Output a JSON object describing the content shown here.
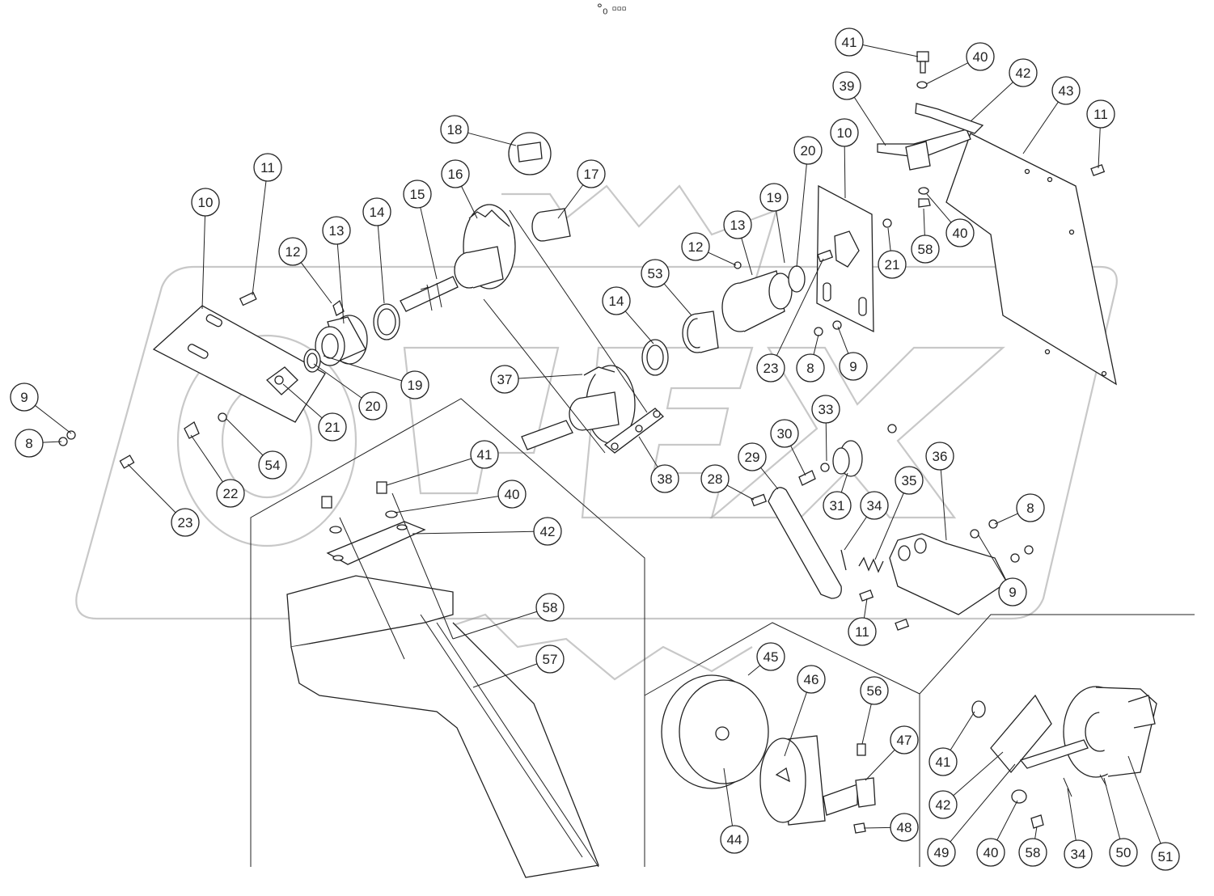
{
  "header": {
    "mark": "°₀ ▫▫▫"
  },
  "callouts": [
    {
      "id": "c41a",
      "label": "41"
    },
    {
      "id": "c40a",
      "label": "40"
    },
    {
      "id": "c42a",
      "label": "42"
    },
    {
      "id": "c39",
      "label": "39"
    },
    {
      "id": "c43",
      "label": "43"
    },
    {
      "id": "c11a",
      "label": "11"
    },
    {
      "id": "c10a",
      "label": "10"
    },
    {
      "id": "c20a",
      "label": "20"
    },
    {
      "id": "c19a",
      "label": "19"
    },
    {
      "id": "c13a",
      "label": "13"
    },
    {
      "id": "c12a",
      "label": "12"
    },
    {
      "id": "c53",
      "label": "53"
    },
    {
      "id": "c21a",
      "label": "21"
    },
    {
      "id": "c58a",
      "label": "58"
    },
    {
      "id": "c40b",
      "label": "40"
    },
    {
      "id": "c23a",
      "label": "23"
    },
    {
      "id": "c8a",
      "label": "8"
    },
    {
      "id": "c9a",
      "label": "9"
    },
    {
      "id": "c18",
      "label": "18"
    },
    {
      "id": "c16",
      "label": "16"
    },
    {
      "id": "c17",
      "label": "17"
    },
    {
      "id": "c15",
      "label": "15"
    },
    {
      "id": "c14a",
      "label": "14"
    },
    {
      "id": "c13b",
      "label": "13"
    },
    {
      "id": "c12b",
      "label": "12"
    },
    {
      "id": "c11b",
      "label": "11"
    },
    {
      "id": "c10b",
      "label": "10"
    },
    {
      "id": "c19b",
      "label": "19"
    },
    {
      "id": "c20b",
      "label": "20"
    },
    {
      "id": "c21b",
      "label": "21"
    },
    {
      "id": "c9b",
      "label": "9"
    },
    {
      "id": "c8b",
      "label": "8"
    },
    {
      "id": "c54",
      "label": "54"
    },
    {
      "id": "c22",
      "label": "22"
    },
    {
      "id": "c23b",
      "label": "23"
    },
    {
      "id": "c14b",
      "label": "14"
    },
    {
      "id": "c37",
      "label": "37"
    },
    {
      "id": "c38",
      "label": "38"
    },
    {
      "id": "c41b",
      "label": "41"
    },
    {
      "id": "c40c",
      "label": "40"
    },
    {
      "id": "c42b",
      "label": "42"
    },
    {
      "id": "c58b",
      "label": "58"
    },
    {
      "id": "c57",
      "label": "57"
    },
    {
      "id": "c33",
      "label": "33"
    },
    {
      "id": "c30",
      "label": "30"
    },
    {
      "id": "c29",
      "label": "29"
    },
    {
      "id": "c28",
      "label": "28"
    },
    {
      "id": "c31",
      "label": "31"
    },
    {
      "id": "c34a",
      "label": "34"
    },
    {
      "id": "c35",
      "label": "35"
    },
    {
      "id": "c36",
      "label": "36"
    },
    {
      "id": "c8c",
      "label": "8"
    },
    {
      "id": "c9c",
      "label": "9"
    },
    {
      "id": "c11c",
      "label": "11"
    },
    {
      "id": "c45",
      "label": "45"
    },
    {
      "id": "c46",
      "label": "46"
    },
    {
      "id": "c56",
      "label": "56"
    },
    {
      "id": "c47",
      "label": "47"
    },
    {
      "id": "c48",
      "label": "48"
    },
    {
      "id": "c44",
      "label": "44"
    },
    {
      "id": "c41c",
      "label": "41"
    },
    {
      "id": "c42c",
      "label": "42"
    },
    {
      "id": "c49",
      "label": "49"
    },
    {
      "id": "c40d",
      "label": "40"
    },
    {
      "id": "c58c",
      "label": "58"
    },
    {
      "id": "c34b",
      "label": "34"
    },
    {
      "id": "c50",
      "label": "50"
    },
    {
      "id": "c51",
      "label": "51"
    }
  ]
}
